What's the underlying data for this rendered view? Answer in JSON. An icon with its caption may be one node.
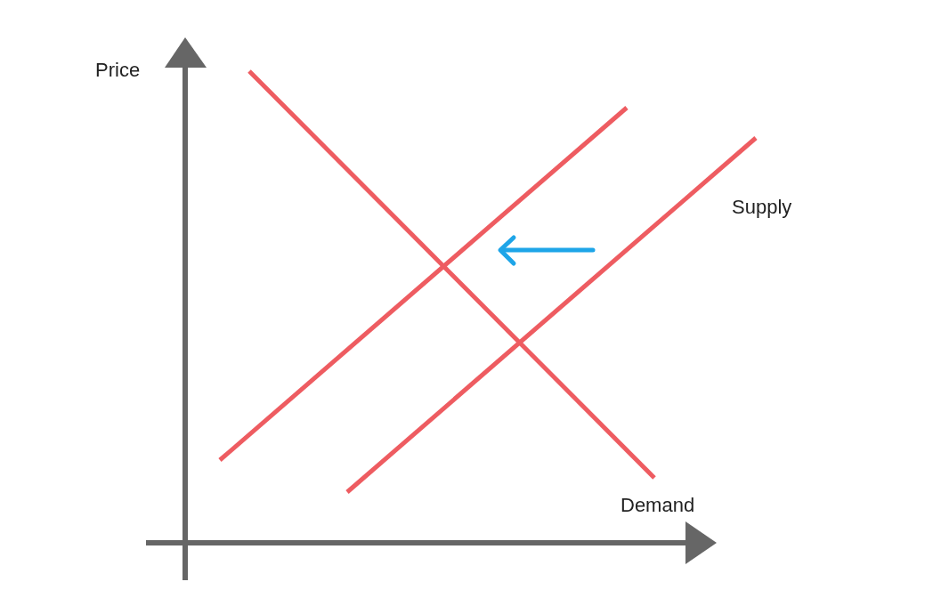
{
  "diagram": {
    "labels": [
      "Price",
      "Supply",
      "Demand"
    ]
  }
}
